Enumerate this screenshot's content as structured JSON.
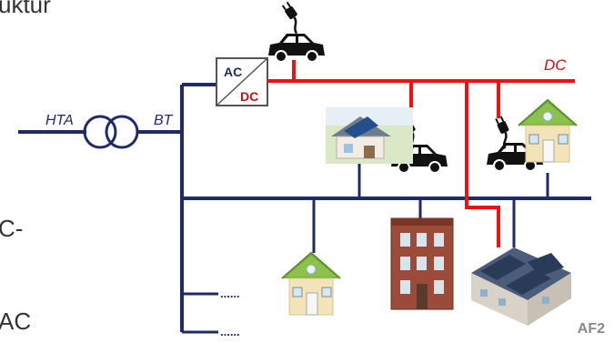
{
  "left_text": {
    "line1": "uktur",
    "line2": "C-",
    "line3": "AC"
  },
  "labels": {
    "hta": "HTA",
    "bt": "BT",
    "dc": "DC",
    "conv_ac": "AC",
    "conv_dc": "DC",
    "dots1": "......",
    "dots2": "......"
  },
  "watermark": "AF2",
  "colors": {
    "ac_line": "#1f2a6b",
    "dc_line": "#ee1111",
    "conv_ac": "#1f2a6b",
    "conv_dc": "#cc1111",
    "roof_green": "#7cb342",
    "house_wall": "#f3e3b8"
  }
}
